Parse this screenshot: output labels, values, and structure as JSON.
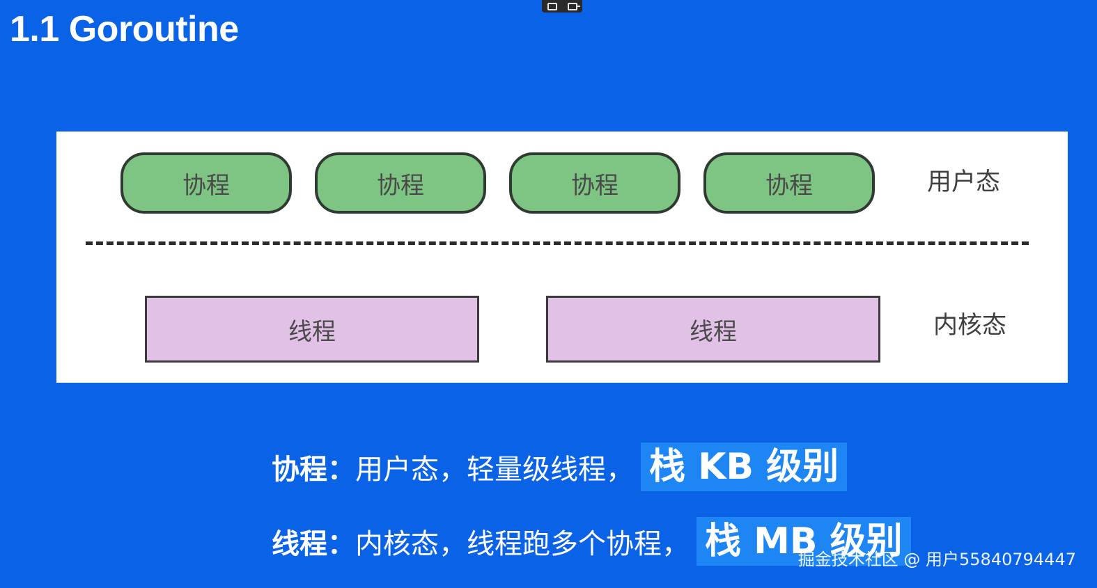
{
  "title": "1.1 Goroutine",
  "diagram": {
    "user_mode_label": "用户态",
    "kernel_mode_label": "内核态",
    "coroutines": [
      "协程",
      "协程",
      "协程",
      "协程"
    ],
    "threads": [
      "线程",
      "线程"
    ]
  },
  "captions": {
    "line1": {
      "term": "协程",
      "separator": "：",
      "text": "用户态，轻量级线程，",
      "highlight": "栈 KB 级别"
    },
    "line2": {
      "term": "线程",
      "separator": "：",
      "text": "内核态，线程跑多个协程，",
      "highlight": "栈 MB 级别"
    }
  },
  "watermark": "掘金技术社区 @ 用户55840794447",
  "colors": {
    "background": "#0a63e6",
    "coroutine": "#7ec482",
    "thread": "#e2c1e7",
    "highlight": "#1e85f5"
  }
}
